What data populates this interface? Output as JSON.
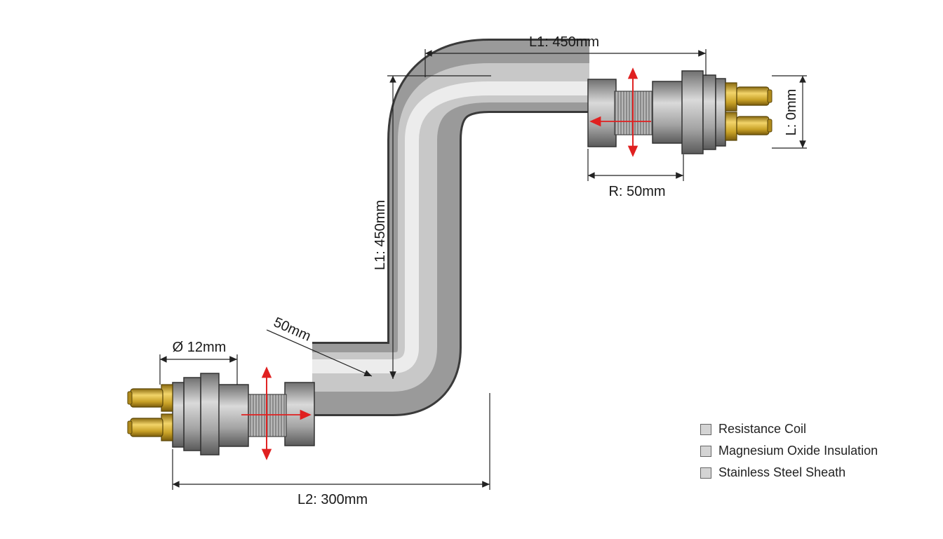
{
  "dimensions": {
    "top_length": "L1: 450mm",
    "vertical_length": "L1: 450mm",
    "end_height": "L: 0mm",
    "radius": "R: 50mm",
    "bend_offset": "50mm",
    "diameter": "Ø  12mm",
    "bottom_length": "L2: 300mm"
  },
  "legend": {
    "items": [
      "Resistance Coil",
      "Magnesium Oxide Insulation",
      "Stainless Steel Sheath"
    ]
  },
  "colors": {
    "sheath": "#a9a9a9",
    "terminal_brass": "#c9a227",
    "dimension_line": "#222222",
    "arrow_red": "#e02020"
  },
  "icons": [
    "terminal-pin-icon",
    "flow-arrow-icon"
  ]
}
